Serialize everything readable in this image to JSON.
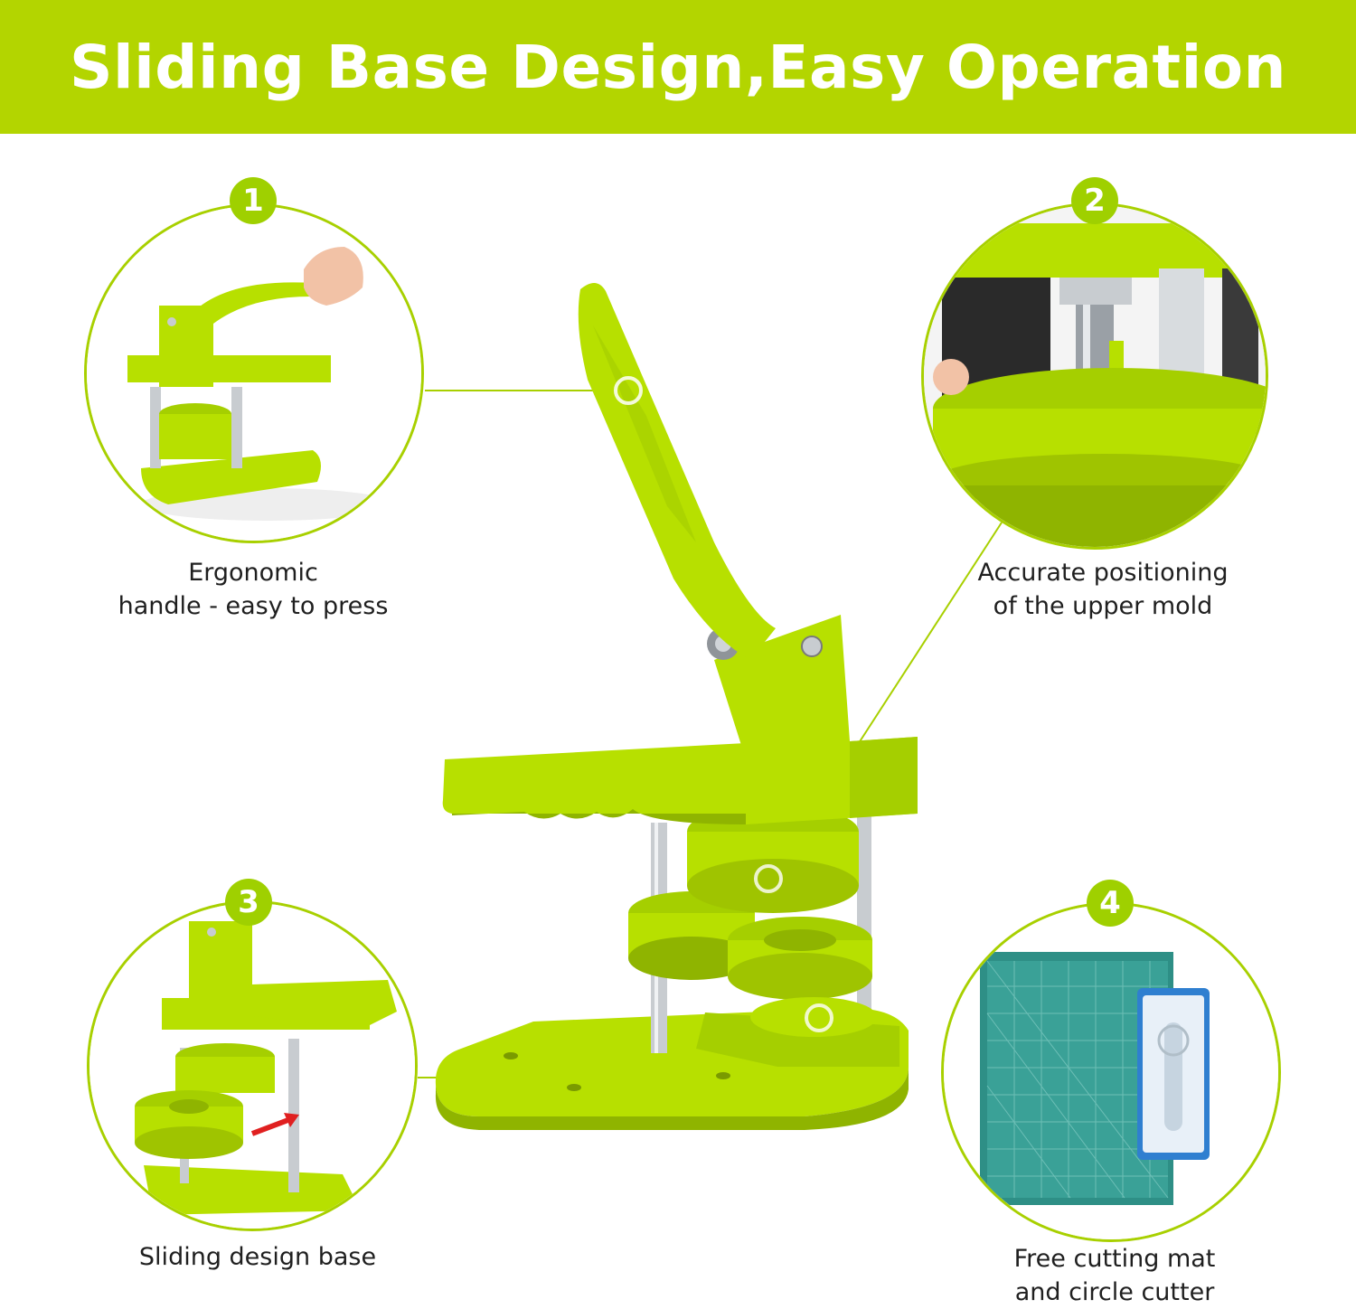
{
  "header": {
    "title": "Sliding Base Design,Easy Operation",
    "background": "#b3d500"
  },
  "accent_color": "#a8d000",
  "features": [
    {
      "number": "1",
      "lines": [
        "Ergonomic",
        "handle - easy to press"
      ]
    },
    {
      "number": "2",
      "lines": [
        "Accurate positioning",
        "of the upper mold"
      ]
    },
    {
      "number": "3",
      "lines": [
        "Sliding design base"
      ]
    },
    {
      "number": "4",
      "lines": [
        "Free cutting mat",
        "and circle cutter"
      ]
    }
  ],
  "product_colors": {
    "body": "#b7e000",
    "shadow": "#8fb400",
    "chrome": "#c8ccd0",
    "mat": "#2e8f86"
  }
}
